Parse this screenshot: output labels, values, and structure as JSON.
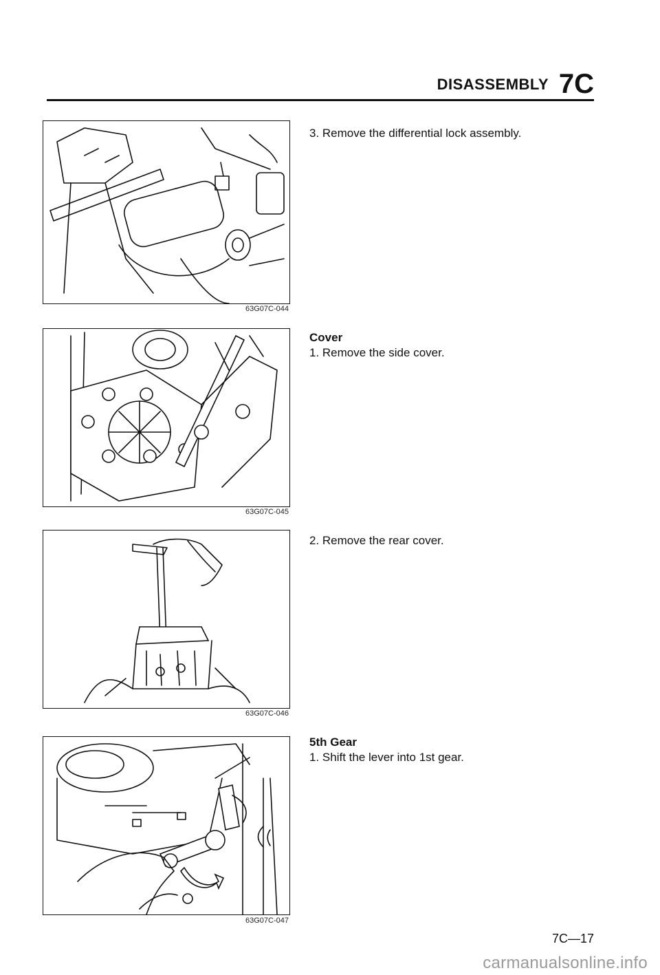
{
  "header": {
    "title": "DISASSEMBLY",
    "code": "7C"
  },
  "figures": [
    {
      "code": "63G07C-044",
      "icon": "differential-lock-assembly-illustration"
    },
    {
      "code": "63G07C-045",
      "icon": "side-cover-illustration"
    },
    {
      "code": "63G07C-046",
      "icon": "rear-cover-illustration"
    },
    {
      "code": "63G07C-047",
      "icon": "shift-lever-illustration"
    }
  ],
  "steps": [
    {
      "heading": "",
      "text": "3. Remove the differential lock assembly."
    },
    {
      "heading": "Cover",
      "text": "1. Remove the side cover."
    },
    {
      "heading": "",
      "text": "2. Remove the rear cover."
    },
    {
      "heading": "5th Gear",
      "text": "1. Shift the lever into 1st gear."
    }
  ],
  "footer": {
    "page": "7C—17",
    "watermark": "carmanualsonline.info"
  }
}
